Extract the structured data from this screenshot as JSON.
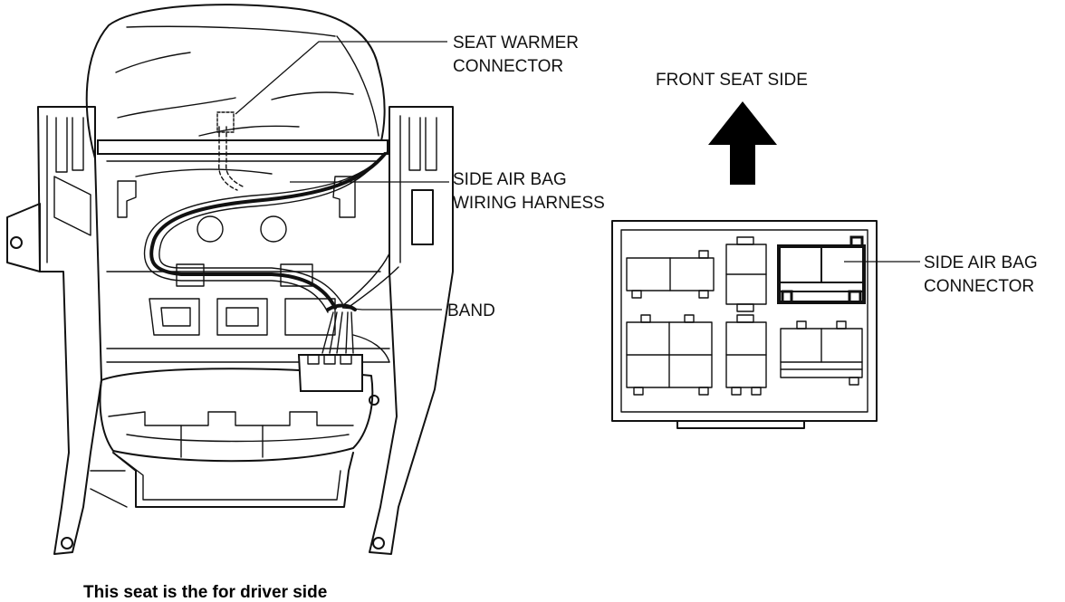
{
  "labels": {
    "seat_warmer_line1": "SEAT WARMER",
    "seat_warmer_line2": "CONNECTOR",
    "front_seat_side": "FRONT SEAT SIDE",
    "harness_line1": "SIDE AIR BAG",
    "harness_line2": "WIRING HARNESS",
    "band": "BAND",
    "connector_line1": "SIDE AIR BAG",
    "connector_line2": "CONNECTOR"
  },
  "caption": "This seat is the for driver side",
  "colors": {
    "ink": "#111111",
    "background": "#ffffff"
  },
  "icons": {
    "direction_arrow": "arrow-up-icon"
  }
}
